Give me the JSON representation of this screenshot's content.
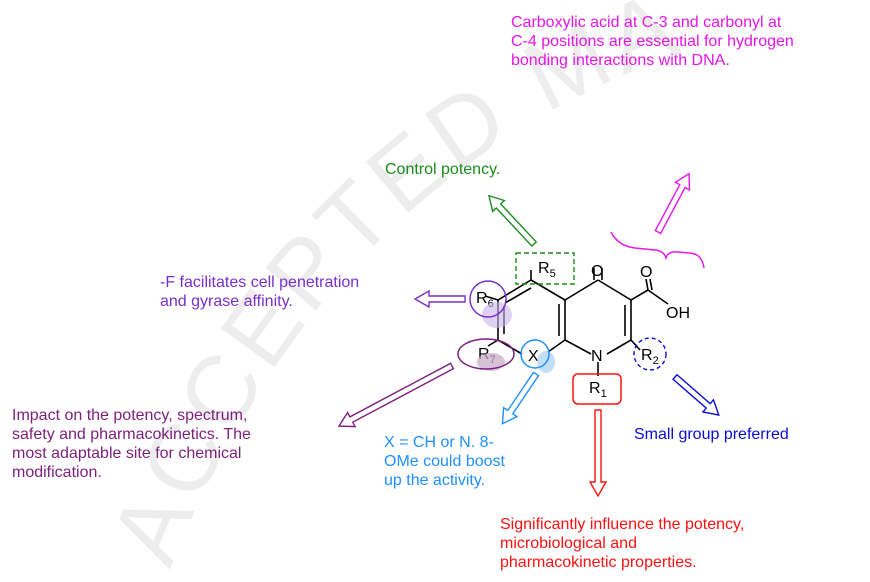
{
  "annotations": {
    "acid": "Carboxylic acid at C-3 and carbonyl at\nC-4 positions are essential for hydrogen\nbonding interactions with DNA.",
    "r5": "Control potency.",
    "r6": "-F facilitates cell penetration\nand gyrase affinity.",
    "r7": "Impact on the potency, spectrum,\nsafety and pharmacokinetics. The\nmost adaptable site for chemical\nmodification.",
    "x": "X = CH or N. 8-\nOMe could boost\nup the activity.",
    "r2": "Small group preferred",
    "r1": "Significantly influence the potency,\nmicrobiological and\npharmacokinetic properties."
  },
  "molecule": {
    "r5": "R",
    "r5_sub": "5",
    "r6": "R",
    "r6_sub": "6",
    "r7": "R",
    "r7_sub": "7",
    "r2": "R",
    "r2_sub": "2",
    "r1": "R",
    "r1_sub": "1",
    "x": "X",
    "n": "N",
    "o_ketone": "O",
    "o_acid": "O",
    "oh": "OH"
  },
  "watermark": "ACCEPTED MANUSCRIPT",
  "colors": {
    "acid": "#e815e8",
    "r5": "#1a8a1a",
    "r6": "#7a2fc9",
    "r7": "#7d1f7d",
    "x": "#1e90ff",
    "r2": "#0b0bd6",
    "r1": "#ff1111"
  }
}
